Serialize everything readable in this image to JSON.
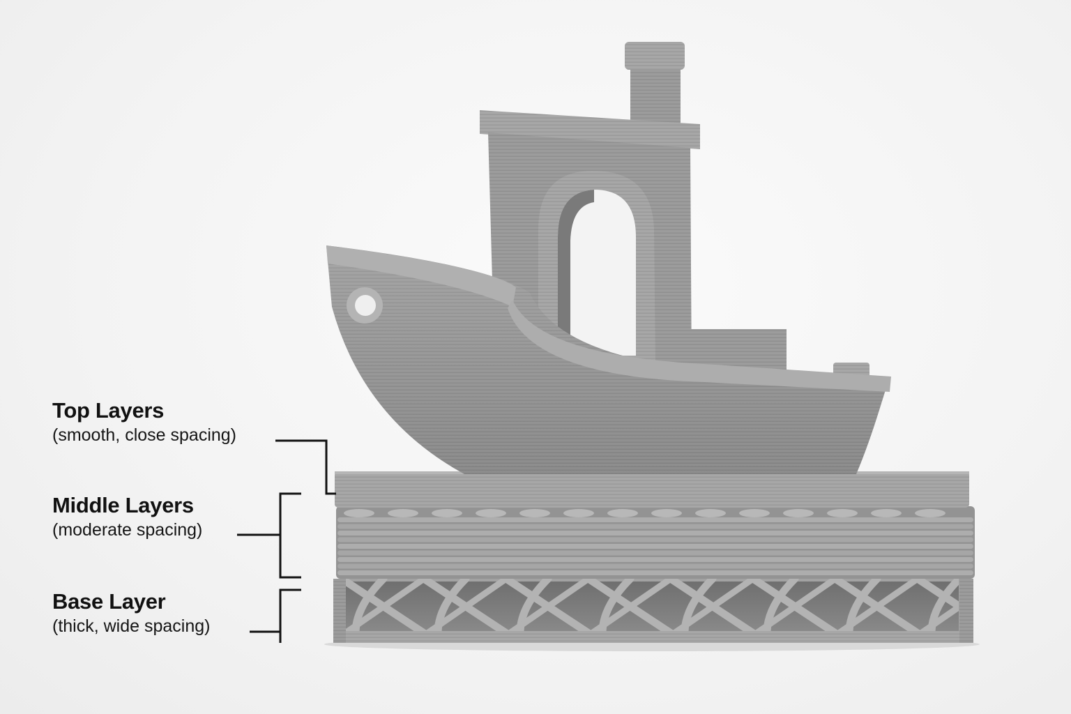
{
  "colors": {
    "background": "#f3f3f3",
    "filament": "#9a9a9a",
    "text": "#111111",
    "leader_line": "#111111"
  },
  "labels": {
    "top": {
      "title": "Top Layers",
      "subtitle": "(smooth, close spacing)"
    },
    "middle": {
      "title": "Middle Layers",
      "subtitle": "(moderate spacing)"
    },
    "base": {
      "title": "Base Layer",
      "subtitle": "(thick, wide spacing)"
    }
  }
}
